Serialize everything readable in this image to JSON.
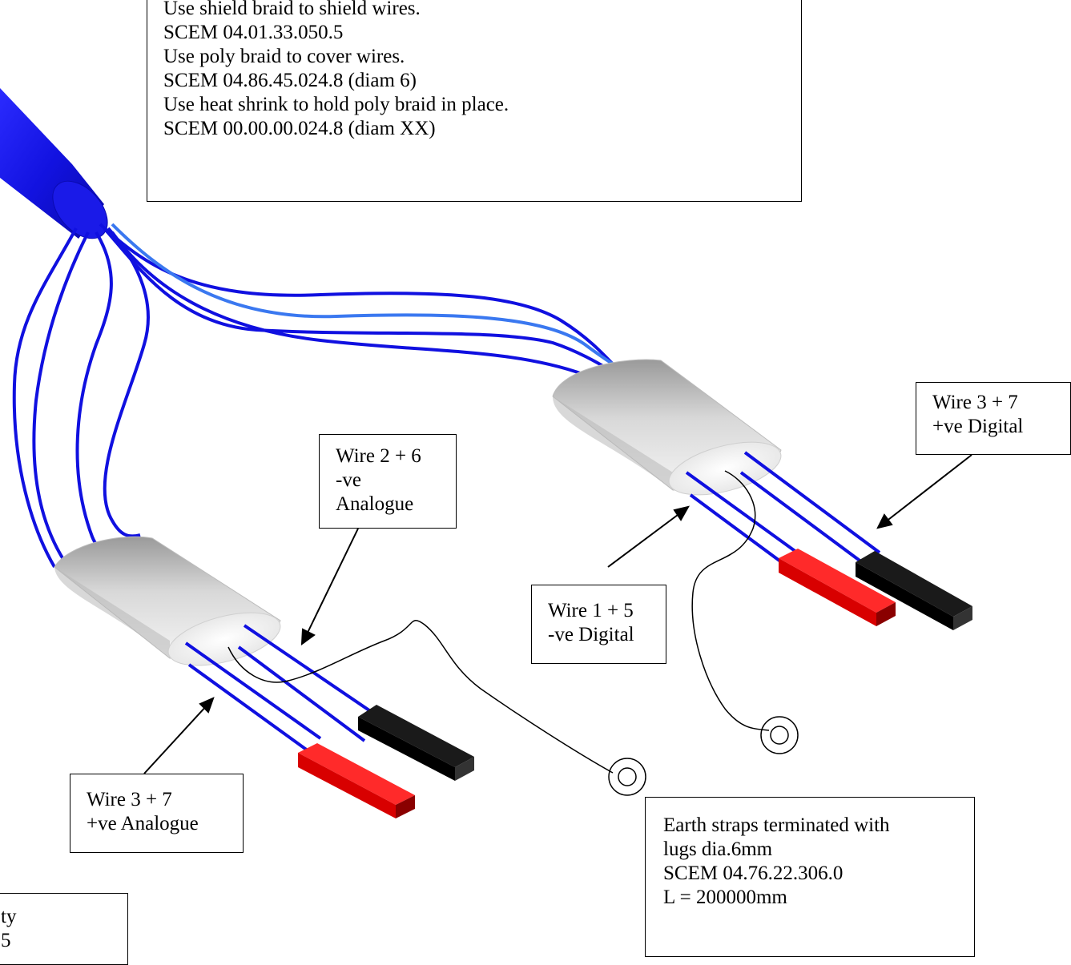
{
  "spec_box": {
    "lines": [
      "Use shield braid to shield wires.",
      "SCEM 04.01.33.050.5",
      "Use poly braid to cover wires.",
      "SCEM 04.86.45.024.8 (diam 6)",
      "Use heat shrink to hold poly braid in place.",
      "SCEM 00.00.00.024.8 (diam XX)"
    ]
  },
  "labels": {
    "wire_2_6": [
      "Wire 2 + 6",
      "-ve",
      "Analogue"
    ],
    "wire_3_7_digital": [
      "Wire 3 + 7",
      "+ve Digital"
    ],
    "wire_1_5": [
      "Wire 1 + 5",
      "-ve Digital"
    ],
    "wire_3_7_analogue": [
      "Wire 3 + 7",
      "+ve Analogue"
    ],
    "earth_straps": [
      "Earth straps terminated with",
      "lugs dia.6mm",
      "SCEM 04.76.22.306.0",
      "L = 200000mm"
    ],
    "partial_box": [
      "ty",
      "5"
    ]
  },
  "colors": {
    "wire": "#1010e0",
    "wire_light": "#3a78f0",
    "cable": "#1a1adf",
    "sleeve": "#c8c8c8",
    "red_terminal": "#e00000",
    "black_terminal": "#000000"
  }
}
